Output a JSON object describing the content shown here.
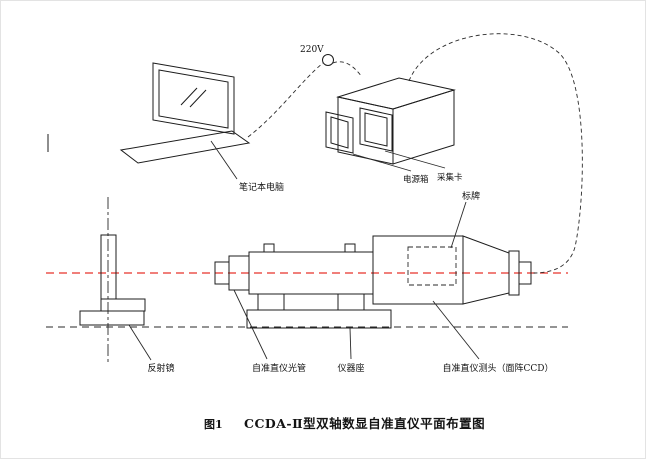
{
  "figure": {
    "voltage": "220V",
    "caption": {
      "prefix": "图1",
      "title": "CCDA-Ⅱ型双轴数显自准直仪平面布置图"
    },
    "labels": {
      "laptop": "笔记本电脑",
      "power_box": "电源箱",
      "capture_card": "采集卡",
      "nameplate": "标牌",
      "reflector": "反射镜",
      "collimator_tube": "自准直仪光管",
      "instrument_base": "仪器座",
      "measuring_head": "自准直仪测头（面阵CCD）"
    },
    "colors": {
      "axis_red": "#e8332b",
      "line": "#1c1c1c"
    }
  }
}
